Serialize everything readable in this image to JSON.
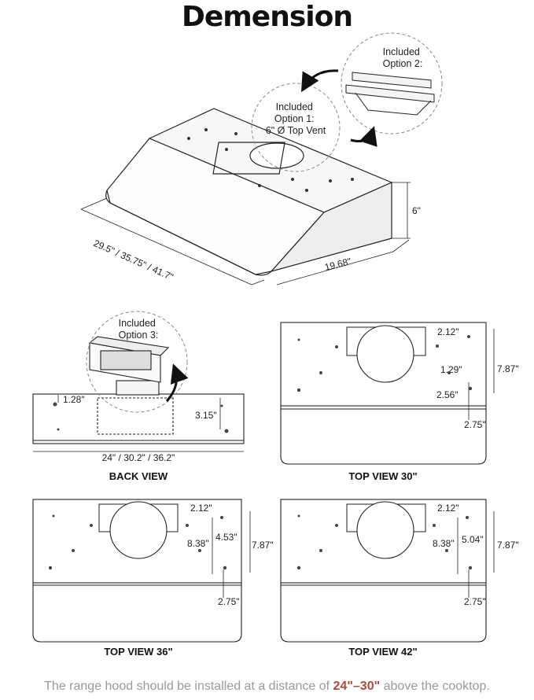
{
  "title": "Demension",
  "main_view": {
    "width_label": "29.5\" / 35.75\" / 41.7\"",
    "depth_label": "19.68\"",
    "height_label": "6\"",
    "option1": [
      "Included",
      "Option 1:",
      "6\" Ø Top Vent"
    ],
    "option2": [
      "Included",
      "Option 2:"
    ]
  },
  "back_view": {
    "caption": "BACK VIEW",
    "option3": [
      "Included",
      "Option 3:"
    ],
    "dim_left": "1.28\"",
    "dim_right": "3.15\"",
    "dim_width": "24\" / 30.2\" / 36.2\""
  },
  "top_view_30": {
    "caption": "TOP VIEW 30\"",
    "d1": "2.12\"",
    "d2": "1.29\"",
    "d3": "2.56\"",
    "d4": "7.87\"",
    "d5": "2.75\""
  },
  "top_view_36": {
    "caption": "TOP VIEW 36\"",
    "d1": "2.12\"",
    "d2": "4.53\"",
    "d3": "8.38\"",
    "d4": "7.87\"",
    "d5": "2.75\""
  },
  "top_view_42": {
    "caption": "TOP VIEW 42\"",
    "d1": "2.12\"",
    "d2": "5.04\"",
    "d3": "8.38\"",
    "d4": "7.87\"",
    "d5": "2.75\""
  },
  "footer": {
    "before": "The range hood should be installed at a distance of ",
    "highlight": "24\"–30\"",
    "after": " above the cooktop."
  }
}
